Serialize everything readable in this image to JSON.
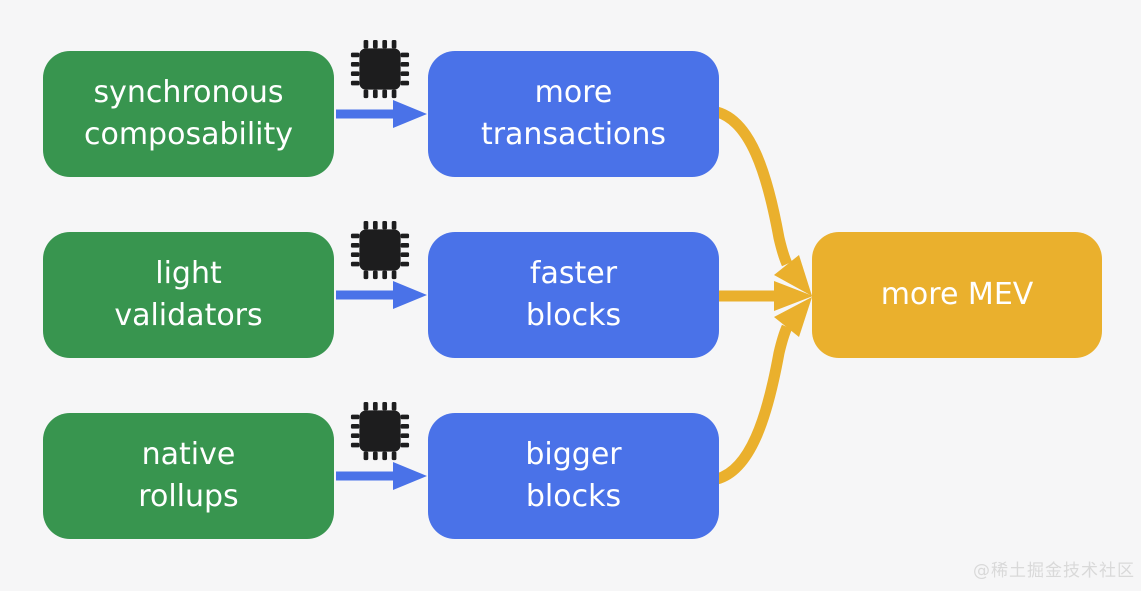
{
  "diagram": {
    "nodes": {
      "causes": [
        {
          "line1": "synchronous",
          "line2": "composability"
        },
        {
          "line1": "light",
          "line2": "validators"
        },
        {
          "line1": "native",
          "line2": "rollups"
        }
      ],
      "effects": [
        {
          "line1": "more",
          "line2": "transactions"
        },
        {
          "line1": "faster",
          "line2": "blocks"
        },
        {
          "line1": "bigger",
          "line2": "blocks"
        }
      ],
      "outcome": {
        "label": "more MEV"
      }
    },
    "icons": {
      "between_cause_and_effect": "cpu-chip-icon"
    },
    "colors": {
      "background": "#f6f6f7",
      "cause_box_green": "#38954f",
      "effect_box_blue": "#4a72e8",
      "outcome_box_gold": "#eab02d",
      "arrow_blue": "#4a72e8",
      "arrow_gold": "#eab02d",
      "chip_black": "#1d1d1e",
      "label_text": "#ffffff",
      "watermark_gray": "#d9d9d9"
    }
  },
  "watermark": "@稀土掘金技术社区"
}
